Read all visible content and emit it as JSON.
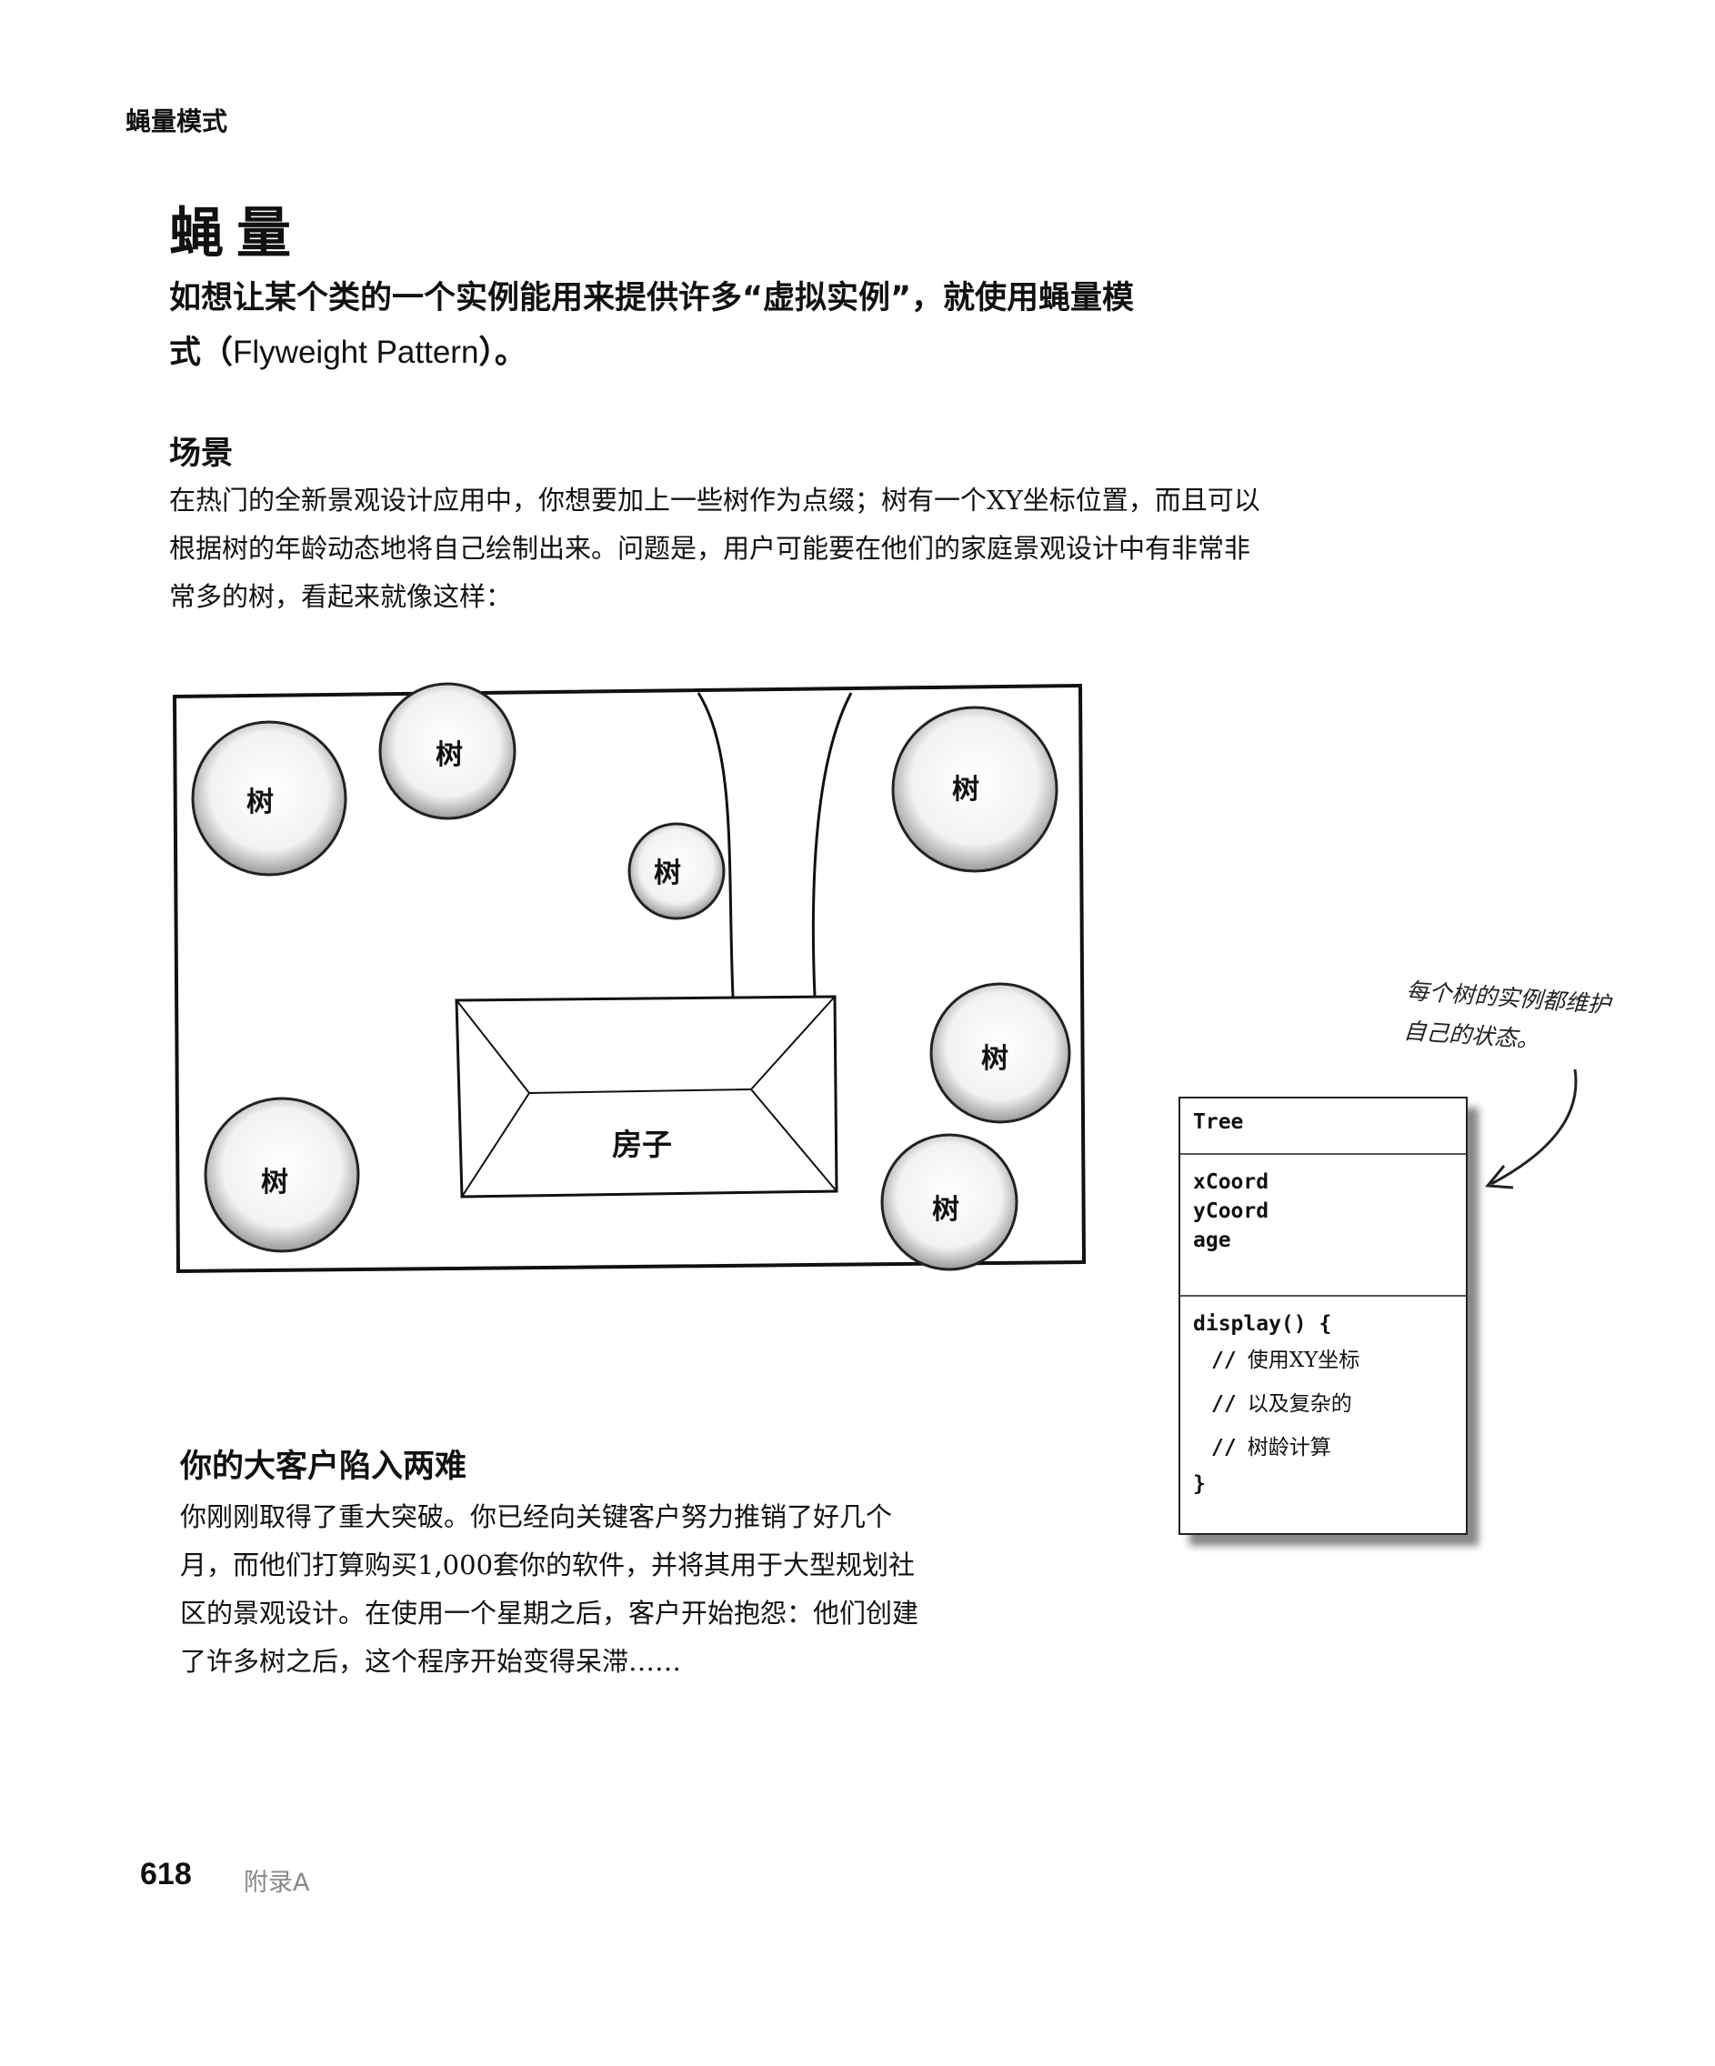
{
  "header": {
    "running_head": "蝇量模式"
  },
  "title": "蝇量",
  "intro": {
    "line1": "如想让某个类的一个实例能用来提供许多“虚拟实例”，就使用蝇量模",
    "line2_prefix": "式（",
    "line2_latin": "Flyweight Pattern",
    "line2_suffix": "）。"
  },
  "scene": {
    "heading": "场景",
    "paragraph": "在热门的全新景观设计应用中，你想要加上一些树作为点缀；树有一个XY坐标位置，而且可以根据树的年龄动态地将自己绘制出来。问题是，用户可能要在他们的家庭景观设计中有非常非常多的树，看起来就像这样："
  },
  "diagram": {
    "tree_label": "树",
    "house_label": "房子"
  },
  "uml": {
    "class_name": "Tree",
    "attributes": [
      "xCoord",
      "yCoord",
      "age"
    ],
    "method_signature": "display()   {",
    "comment_marker": "//",
    "comments": [
      "使用XY坐标",
      "以及复杂的",
      "树龄计算"
    ],
    "closing": "}"
  },
  "annotation": {
    "line1": "每个树的实例都维护",
    "line2": "自己的状态。"
  },
  "client": {
    "heading": "你的大客户陷入两难",
    "paragraph": "你刚刚取得了重大突破。你已经向关键客户努力推销了好几个月，而他们打算购买1,000套你的软件，并将其用于大型规划社区的景观设计。在使用一个星期之后，客户开始抱怨：他们创建了许多树之后，这个程序开始变得呆滞……"
  },
  "footer": {
    "page_number": "618",
    "section": "附录A"
  }
}
